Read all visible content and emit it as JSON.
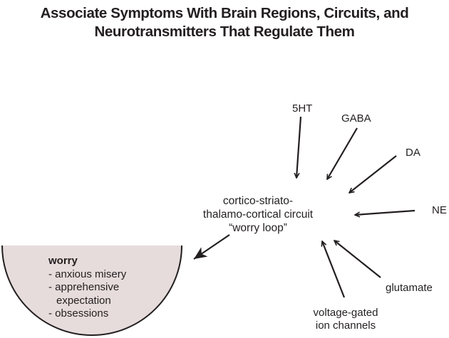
{
  "title": {
    "line1": "Associate Symptoms With Brain Regions, Circuits, and",
    "line2": "Neurotransmitters That Regulate Them"
  },
  "center": {
    "line1": "cortico-striato-",
    "line2": "thalamo-cortical circuit",
    "line3": "“worry loop”"
  },
  "inputs": [
    {
      "id": "5ht",
      "label": "5HT"
    },
    {
      "id": "gaba",
      "label": "GABA"
    },
    {
      "id": "da",
      "label": "DA"
    },
    {
      "id": "ne",
      "label": "NE"
    },
    {
      "id": "glutamate",
      "label": "glutamate"
    },
    {
      "id": "voltage",
      "line1": "voltage-gated",
      "line2": "ion channels"
    }
  ],
  "symptom": {
    "heading": "worry",
    "items": [
      "- anxious misery",
      "- apprehensive",
      "expectation",
      "- obsessions"
    ],
    "fill_color": "#e6dcdb"
  }
}
